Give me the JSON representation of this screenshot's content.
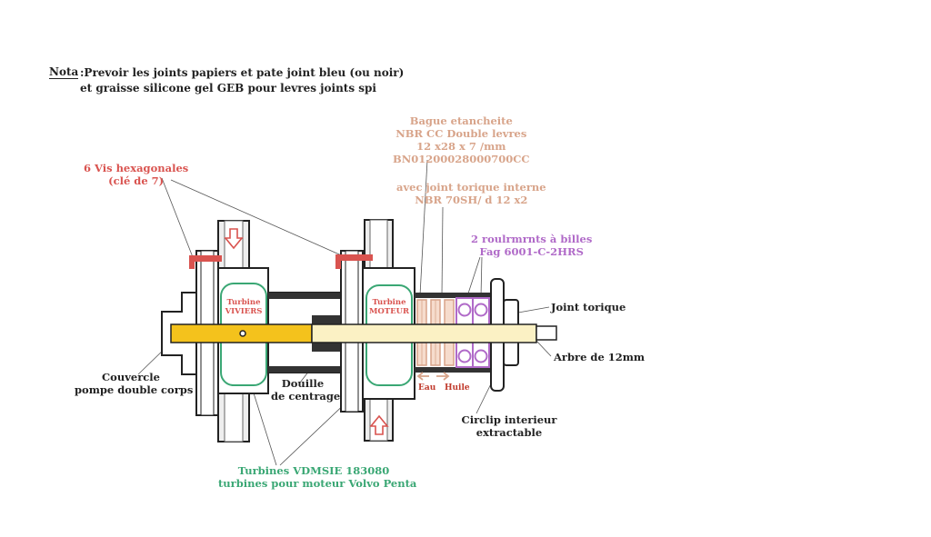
{
  "colors": {
    "title_red": "#d9534f",
    "seal_tan": "#d8a48a",
    "bearing_purple": "#b06ac8",
    "turbine_green": "#3aa774",
    "shaft_yellow": "#f4c21c",
    "shaft_light": "#fbf1c4",
    "housing_gray": "#d9d9d9",
    "dark": "#222222"
  },
  "note": {
    "label": "Nota",
    "line1": ":Prevoir les joints papiers et pate joint bleu (ou noir)",
    "line2": "et graisse silicone gel  GEB pour levres joints spi"
  },
  "labels": {
    "screws_l1": "6 Vis  hexagonales",
    "screws_l2": "(clé de 7)",
    "seal_l1": "Bague etancheite",
    "seal_l2": "NBR CC   Double levres",
    "seal_l3": "12 x28 x 7 /mm",
    "seal_l4": "BN01200028000700CC",
    "oring_int_l1": "avec joint torique  interne",
    "oring_int_l2": "NBR  70SH/ d 12 x2",
    "bearings_l1": "2 roulrmrnts à billes",
    "bearings_l2": "Fag 6001-C-2HRS",
    "joint_torique": "Joint torique",
    "arbre": "Arbre de 12mm",
    "couvercle_l1": "Couvercle",
    "couvercle_l2": "pompe double corps",
    "douille_l1": "Douille",
    "douille_l2": "de centrage",
    "eau": "Eau",
    "huile": "Huile",
    "circlip_l1": "Circlip interieur",
    "circlip_l2": "extractable",
    "turbines_l1": "Turbines  VDMSIE 183080",
    "turbines_l2": "turbines pour moteur Volvo Penta",
    "turbine_viviers_l1": "Turbine",
    "turbine_viviers_l2": "VIVIERS",
    "turbine_moteur_l1": "Turbine",
    "turbine_moteur_l2": "MOTEUR"
  }
}
